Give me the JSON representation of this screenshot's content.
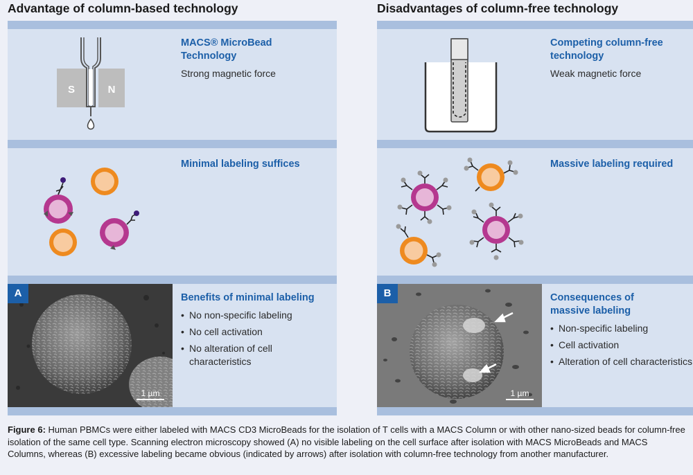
{
  "left": {
    "title": "Advantage of column-based technology",
    "panel1": {
      "title": "MACS® MicroBead Technology",
      "title_line1": "MACS® MicroBead",
      "title_line2": "Technology",
      "subtitle": "Strong magnetic force",
      "magnet_s": "S",
      "magnet_n": "N"
    },
    "panel2": {
      "title": "Minimal labeling suffices"
    },
    "panel3": {
      "badge": "A",
      "title": "Benefits of minimal labeling",
      "bullets": [
        "No non-specific labeling",
        "No cell activation",
        "No alteration of cell characteristics"
      ],
      "scale": "1 µm"
    }
  },
  "right": {
    "title": "Disadvantages of column-free technology",
    "panel1": {
      "title": "Competing column-free technology",
      "title_line1": "Competing column-free",
      "title_line2": "technology",
      "subtitle": "Weak magnetic force"
    },
    "panel2": {
      "title": "Massive labeling required"
    },
    "panel3": {
      "badge": "B",
      "title": "Consequences of massive labeling",
      "title_line1": "Consequences of",
      "title_line2": "massive labeling",
      "bullets": [
        "Non-specific labeling",
        "Cell activation",
        "Alteration of cell characteristics"
      ],
      "scale": "1 µm"
    }
  },
  "caption": {
    "label": "Figure 6:",
    "text": " Human PBMCs were either labeled with MACS CD3 MicroBeads for the isolation of T cells with a MACS Column or with other nano-sized beads for column-free isolation of the same cell type. Scanning electron microscopy showed (A) no visible labeling on the cell surface after isolation with MACS MicroBeads and MACS Columns, whereas (B) excessive labeling became obvious (indicated by arrows) after isolation with column-free technology from another manufacturer."
  },
  "colors": {
    "accent_blue": "#1c5fa8",
    "panel_bg": "#d8e2f1",
    "bar": "#a9bfde",
    "t_cell": "#b5388f",
    "other_cell": "#ee8a1f",
    "cell_core_pink": "#e7b6d8",
    "cell_core_peach": "#f8cba0",
    "bead_minimal": "#3d1a78",
    "bead_massive": "#9a9a9a"
  }
}
